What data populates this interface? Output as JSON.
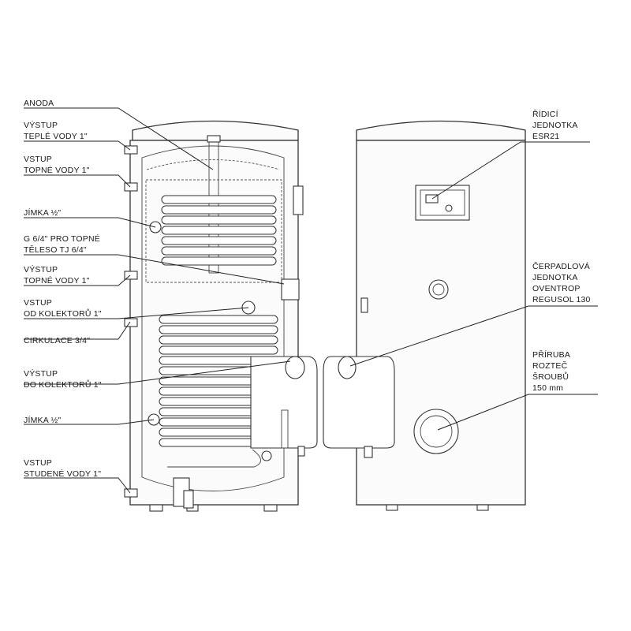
{
  "left_labels": [
    {
      "id": "anoda",
      "lines": [
        "ANODA"
      ]
    },
    {
      "id": "vystup-teple-vody",
      "lines": [
        "VÝSTUP",
        "TEPLÉ VODY 1\""
      ]
    },
    {
      "id": "vstup-topne-vody",
      "lines": [
        "VSTUP",
        "TOPNÉ VODY 1\""
      ]
    },
    {
      "id": "jimka-top",
      "lines": [
        "JÍMKA ½\""
      ]
    },
    {
      "id": "g-topne-teleso",
      "lines": [
        "G 6/4\" PRO TOPNÉ",
        "TĚLESO TJ 6/4\""
      ]
    },
    {
      "id": "vystup-topne-vody",
      "lines": [
        "VÝSTUP",
        "TOPNÉ VODY 1\""
      ]
    },
    {
      "id": "vstup-od-kolektoru",
      "lines": [
        "VSTUP",
        "OD KOLEKTORŮ 1\""
      ]
    },
    {
      "id": "cirkulace",
      "lines": [
        "CIRKULACE 3/4\""
      ]
    },
    {
      "id": "vystup-do-kolektoru",
      "lines": [
        "VÝSTUP",
        "DO KOLEKTORŮ 1\""
      ]
    },
    {
      "id": "jimka-bottom",
      "lines": [
        "JÍMKA ½\""
      ]
    },
    {
      "id": "vstup-studene-vody",
      "lines": [
        "VSTUP",
        "STUDENÉ VODY 1\""
      ]
    }
  ],
  "right_labels": [
    {
      "id": "ridici-jednotka",
      "lines": [
        "ŘÍDICÍ",
        "JEDNOTKA",
        "ESR21"
      ]
    },
    {
      "id": "cerpadlova-jednotka",
      "lines": [
        "ČERPADLOVÁ",
        "JEDNOTKA",
        "OVENTROP",
        "REGUSOL 130"
      ]
    },
    {
      "id": "priruba",
      "lines": [
        "PŘÍRUBA",
        "ROZTEČ",
        "ŠROUBŮ",
        "150 mm"
      ]
    }
  ]
}
